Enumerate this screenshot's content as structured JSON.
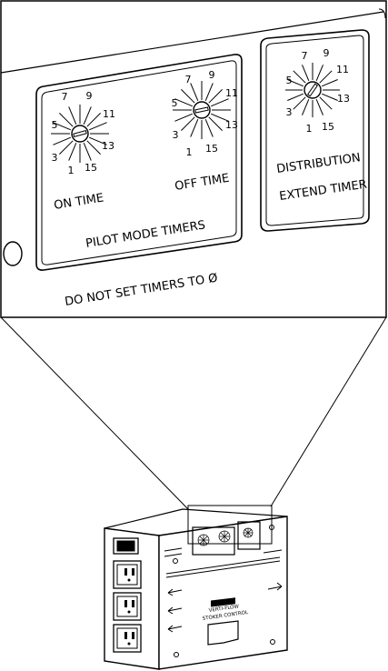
{
  "panel": {
    "pilot_group_label": "PILOT MODE TIMERS",
    "warning": "DO NOT SET TIMERS TO Ø",
    "on_timer": {
      "label": "ON TIME",
      "dial_numbers": [
        "7",
        "9",
        "5",
        "11",
        "3",
        "13",
        "1",
        "15"
      ]
    },
    "off_timer": {
      "label": "OFF TIME",
      "dial_numbers": [
        "7",
        "9",
        "5",
        "11",
        "3",
        "13",
        "1",
        "15"
      ]
    },
    "distribution_timer": {
      "label_line1": "DISTRIBUTION",
      "label_line2": "EXTEND TIMER",
      "dial_numbers": [
        "7",
        "9",
        "5",
        "11",
        "3",
        "13",
        "1",
        "15"
      ]
    }
  },
  "device": {
    "title_line1": "VERTI-FLOW",
    "title_line2": "STOKER CONTROL"
  }
}
